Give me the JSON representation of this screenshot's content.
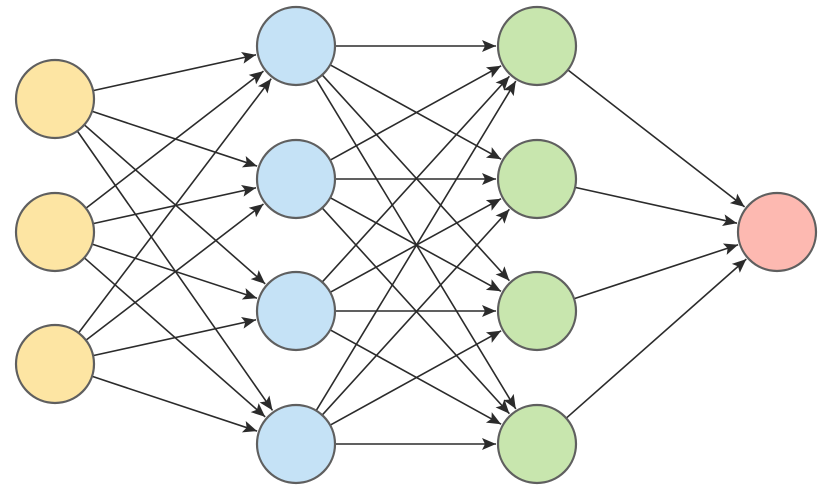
{
  "diagram": {
    "type": "neural-network",
    "layers": [
      {
        "name": "input",
        "node_count": 3,
        "fill": "#fde5a3"
      },
      {
        "name": "hidden-1",
        "node_count": 4,
        "fill": "#c5e2f6"
      },
      {
        "name": "hidden-2",
        "node_count": 4,
        "fill": "#c8e6ae"
      },
      {
        "name": "output",
        "node_count": 1,
        "fill": "#fdb9b1"
      }
    ],
    "connections": "fully-connected",
    "edge_color": "#2b2b2b",
    "node_stroke": "#5f5f5f"
  }
}
